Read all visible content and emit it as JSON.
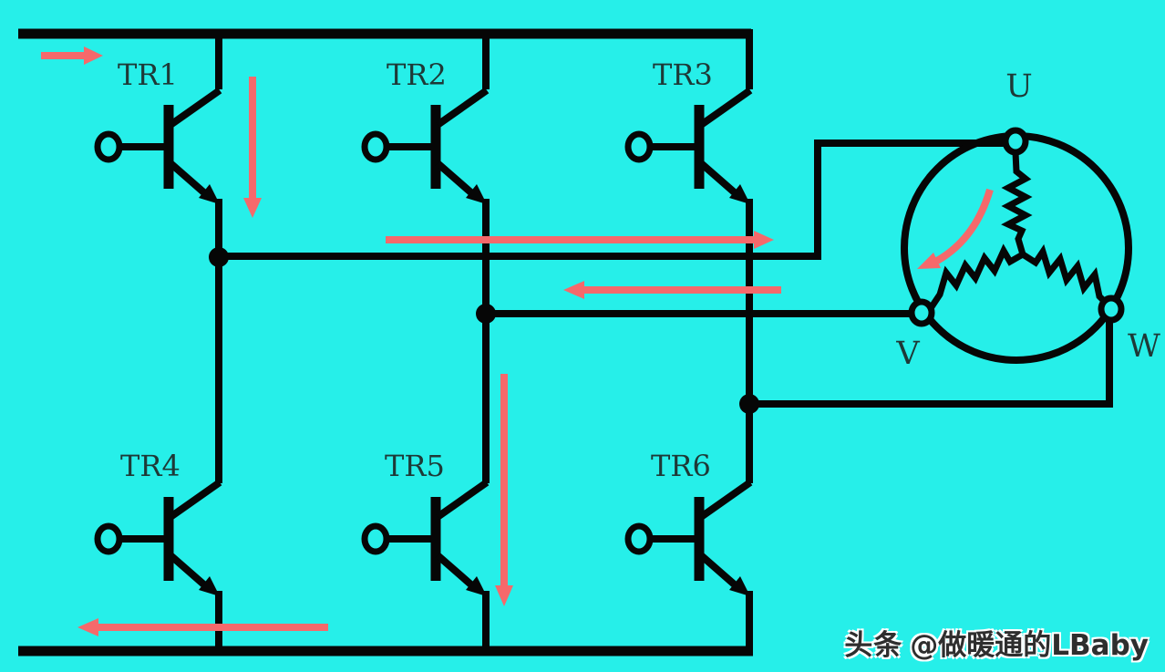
{
  "colors": {
    "background": "#26EFE9",
    "line": "#060606",
    "arrow": "#F5696B",
    "label": "#1E3937",
    "watermark_text": "#2E2E2E",
    "watermark_outline": "#FFFFFF"
  },
  "diagram": {
    "type": "three-phase-inverter-bridge-with-star-motor",
    "transistors": [
      {
        "label": "TR1"
      },
      {
        "label": "TR2"
      },
      {
        "label": "TR3"
      },
      {
        "label": "TR4"
      },
      {
        "label": "TR5"
      },
      {
        "label": "TR6"
      }
    ],
    "motor": {
      "terminals": [
        {
          "label": "U"
        },
        {
          "label": "V"
        },
        {
          "label": "W"
        }
      ]
    },
    "current_arrows": [
      "dc-bus-in-right",
      "tr1-branch-down",
      "phase-u-to-motor-right",
      "phase-v-return-left",
      "tr5-branch-down",
      "dc-bus-return-left",
      "motor-rotation-ccw"
    ]
  },
  "watermark": {
    "brand": "头条",
    "handle": "@做暖通的LBaby"
  }
}
